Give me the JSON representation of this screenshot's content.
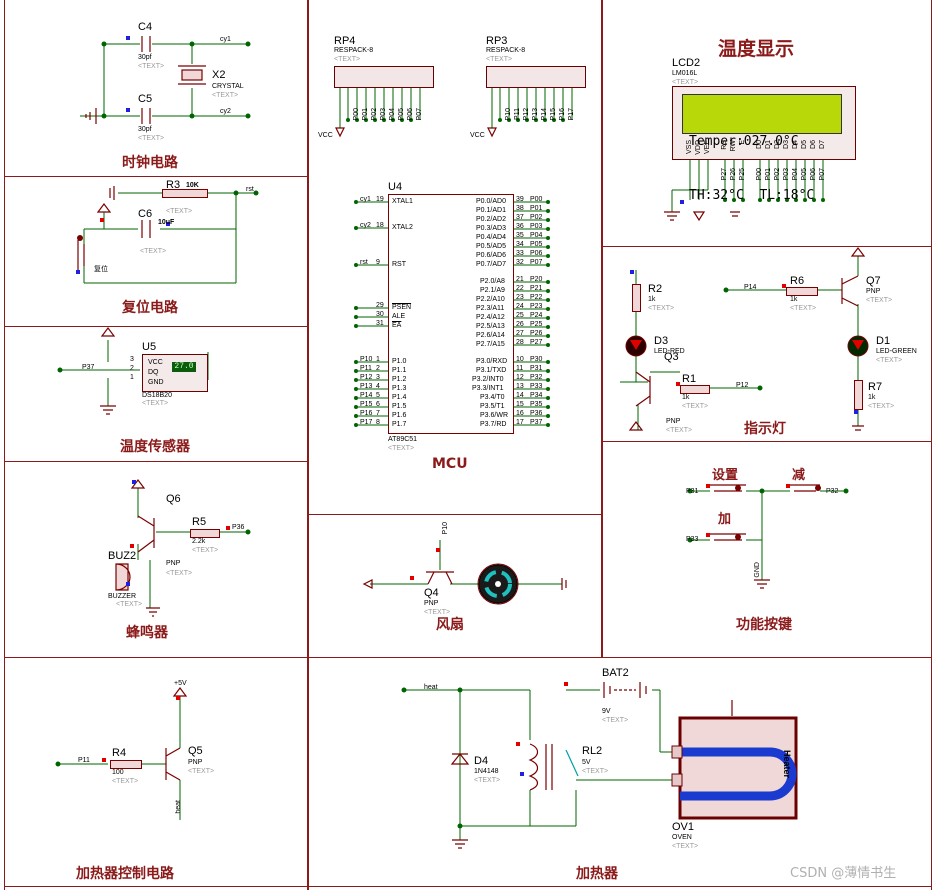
{
  "sections": {
    "clock": "时钟电路",
    "reset": "复位电路",
    "temp_sensor": "温度传感器",
    "buzzer": "蜂鸣器",
    "heater_ctrl": "加热器控制电路",
    "mcu": "MCU",
    "fan": "风扇",
    "heater": "加热器",
    "temp_display": "温度显示",
    "indicator": "指示灯",
    "keys": "功能按键"
  },
  "clock": {
    "c4": {
      "ref": "C4",
      "value": "30pf",
      "text": "<TEXT>"
    },
    "c5": {
      "ref": "C5",
      "value": "30pf",
      "text": "<TEXT>"
    },
    "x2": {
      "ref": "X2",
      "value": "CRYSTAL",
      "text": "<TEXT>"
    },
    "net1": "cy1",
    "net2": "cy2"
  },
  "reset": {
    "r3": {
      "ref": "R3",
      "value": "10K",
      "text": "<TEXT>"
    },
    "c6": {
      "ref": "C6",
      "value": "10uF",
      "text": "<TEXT>"
    },
    "net": "rst",
    "button": "复位"
  },
  "sensor": {
    "u5": {
      "ref": "U5",
      "part": "DS18B20",
      "text": "<TEXT>"
    },
    "pins": [
      "VCC",
      "DQ",
      "GND"
    ],
    "pin_nums": [
      "3",
      "2",
      "1"
    ],
    "net": "P37",
    "reading": "27.0"
  },
  "buzzer": {
    "q6": {
      "ref": "Q6",
      "type": "PNP",
      "text": "<TEXT>"
    },
    "r5": {
      "ref": "R5",
      "value": "2.2k",
      "text": "<TEXT>"
    },
    "buz": {
      "ref": "BUZ2",
      "part": "BUZZER",
      "text": "<TEXT>"
    },
    "net": "P36"
  },
  "heater_ctrl": {
    "r4": {
      "ref": "R4",
      "value": "100",
      "text": "<TEXT>"
    },
    "q5": {
      "ref": "Q5",
      "type": "PNP",
      "text": "<TEXT>"
    },
    "supply": "+5V",
    "net_in": "P11",
    "net_out": "heat"
  },
  "mcu": {
    "ref": "U4",
    "part": "AT89C51",
    "text": "<TEXT>",
    "left_pins": [
      {
        "num": "19",
        "name": "XTAL1",
        "net": "cy1"
      },
      {
        "num": "18",
        "name": "XTAL2",
        "net": "cy2"
      },
      {
        "num": "9",
        "name": "RST",
        "net": "rst"
      },
      {
        "num": "29",
        "name": "PSEN",
        "net": ""
      },
      {
        "num": "30",
        "name": "ALE",
        "net": ""
      },
      {
        "num": "31",
        "name": "EA",
        "net": ""
      },
      {
        "num": "1",
        "name": "P1.0",
        "net": "P10"
      },
      {
        "num": "2",
        "name": "P1.1",
        "net": "P11"
      },
      {
        "num": "3",
        "name": "P1.2",
        "net": "P12"
      },
      {
        "num": "4",
        "name": "P1.3",
        "net": "P13"
      },
      {
        "num": "5",
        "name": "P1.4",
        "net": "P14"
      },
      {
        "num": "6",
        "name": "P1.5",
        "net": "P15"
      },
      {
        "num": "7",
        "name": "P1.6",
        "net": "P16"
      },
      {
        "num": "8",
        "name": "P1.7",
        "net": "P17"
      }
    ],
    "right_pins": [
      {
        "num": "39",
        "name": "P0.0/AD0",
        "net": "P00"
      },
      {
        "num": "38",
        "name": "P0.1/AD1",
        "net": "P01"
      },
      {
        "num": "37",
        "name": "P0.2/AD2",
        "net": "P02"
      },
      {
        "num": "36",
        "name": "P0.3/AD3",
        "net": "P03"
      },
      {
        "num": "35",
        "name": "P0.4/AD4",
        "net": "P04"
      },
      {
        "num": "34",
        "name": "P0.5/AD5",
        "net": "P05"
      },
      {
        "num": "33",
        "name": "P0.6/AD6",
        "net": "P06"
      },
      {
        "num": "32",
        "name": "P0.7/AD7",
        "net": "P07"
      },
      {
        "num": "21",
        "name": "P2.0/A8",
        "net": "P20"
      },
      {
        "num": "22",
        "name": "P2.1/A9",
        "net": "P21"
      },
      {
        "num": "23",
        "name": "P2.2/A10",
        "net": "P22"
      },
      {
        "num": "24",
        "name": "P2.3/A11",
        "net": "P23"
      },
      {
        "num": "25",
        "name": "P2.4/A12",
        "net": "P24"
      },
      {
        "num": "26",
        "name": "P2.5/A13",
        "net": "P25"
      },
      {
        "num": "27",
        "name": "P2.6/A14",
        "net": "P26"
      },
      {
        "num": "28",
        "name": "P2.7/A15",
        "net": "P27"
      },
      {
        "num": "10",
        "name": "P3.0/RXD",
        "net": "P30"
      },
      {
        "num": "11",
        "name": "P3.1/TXD",
        "net": "P31"
      },
      {
        "num": "12",
        "name": "P3.2/INT0",
        "net": "P32"
      },
      {
        "num": "13",
        "name": "P3.3/INT1",
        "net": "P33"
      },
      {
        "num": "14",
        "name": "P3.4/T0",
        "net": "P34"
      },
      {
        "num": "15",
        "name": "P3.5/T1",
        "net": "P35"
      },
      {
        "num": "16",
        "name": "P3.6/WR",
        "net": "P36"
      },
      {
        "num": "17",
        "name": "P3.7/RD",
        "net": "P37"
      }
    ]
  },
  "resistor_packs": [
    {
      "ref": "RP4",
      "part": "RESPACK-8",
      "text": "<TEXT>",
      "vcc": "VCC",
      "nets": [
        "P00",
        "P01",
        "P02",
        "P03",
        "P04",
        "P05",
        "P06",
        "P07"
      ]
    },
    {
      "ref": "RP3",
      "part": "RESPACK-8",
      "text": "<TEXT>",
      "vcc": "VCC",
      "nets": [
        "P10",
        "P11",
        "P12",
        "P13",
        "P14",
        "P15",
        "P16",
        "P17"
      ]
    }
  ],
  "lcd": {
    "ref": "LCD2",
    "part": "LM016L",
    "text": "<TEXT>",
    "line1": "Temper:027.0°C",
    "line2": "TH:32°C  TL:18°C",
    "pins": [
      "VSS",
      "VDD",
      "VEE",
      "RS",
      "RW",
      "E",
      "D0",
      "D1",
      "D2",
      "D3",
      "D4",
      "D5",
      "D6",
      "D7"
    ],
    "nets": [
      "P27",
      "P26",
      "P25",
      "P00",
      "P01",
      "P02",
      "P03",
      "P04",
      "P05",
      "P06",
      "P07"
    ]
  },
  "indicator": {
    "r2": {
      "ref": "R2",
      "value": "1k",
      "text": "<TEXT>"
    },
    "r6": {
      "ref": "R6",
      "value": "1k",
      "text": "<TEXT>"
    },
    "r1": {
      "ref": "R1",
      "value": "1k",
      "text": "<TEXT>"
    },
    "r7": {
      "ref": "R7",
      "value": "1k",
      "text": "<TEXT>"
    },
    "d3": {
      "ref": "D3",
      "part": "LED-RED",
      "text": "<TEXT>"
    },
    "d1": {
      "ref": "D1",
      "part": "LED-GREEN",
      "text": "<TEXT>"
    },
    "q7": {
      "ref": "Q7",
      "type": "PNP",
      "text": "<TEXT>"
    },
    "q3": {
      "ref": "Q3",
      "type": "PNP",
      "text": "<TEXT>"
    },
    "net_q7": "P14",
    "net_q3": "P12"
  },
  "keys": {
    "set": "设置",
    "dec": "减",
    "inc": "加",
    "nets": [
      "P31",
      "P32",
      "P33"
    ],
    "gnd": "GND"
  },
  "fan": {
    "q4": {
      "ref": "Q4",
      "type": "PNP",
      "text": "<TEXT>"
    },
    "net": "P10"
  },
  "heater": {
    "d4": {
      "ref": "D4",
      "part": "1N4148",
      "text": "<TEXT>"
    },
    "rl2": {
      "ref": "RL2",
      "value": "5V",
      "text": "<TEXT>"
    },
    "bat2": {
      "ref": "BAT2",
      "value": "9V",
      "text": "<TEXT>"
    },
    "ov1": {
      "ref": "OV1",
      "part": "OVEN",
      "text": "<TEXT>"
    },
    "element": "Heater",
    "net": "heat"
  },
  "watermark": "CSDN @薄情书生",
  "colors": {
    "frame": "#8b1a1a",
    "wire": "#006400",
    "part": "#7a0000",
    "lcd": "#b9d80a",
    "red_pin": "#e00000",
    "blue_pin": "#2020e0"
  }
}
